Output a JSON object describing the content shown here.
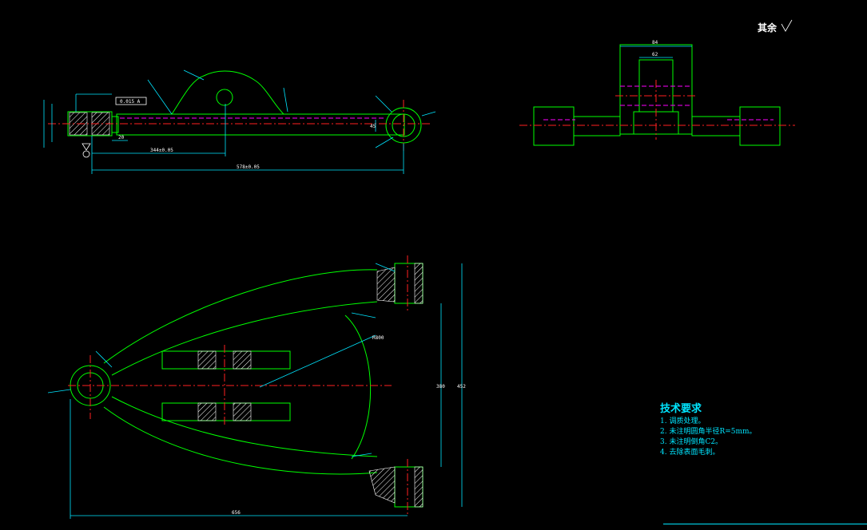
{
  "surface_note": "其余",
  "requirements": {
    "title": "技术要求",
    "items": [
      "1. 调质处理。",
      "2. 未注明圆角半径R=5mm。",
      "3. 未注明倒角C2。",
      "4. 去除表面毛刺。"
    ]
  },
  "dims": {
    "overall_length": "578±0.05",
    "lever_length": "344±0.05",
    "top_width": "84",
    "top_inner": "62",
    "plan_length": "656",
    "plan_height_outer": "452",
    "plan_height_inner": "380",
    "radius_big": "R800",
    "tol_label": "0.015 A",
    "thickness": "45",
    "r20": "20"
  },
  "colors": {
    "background": "#000000",
    "outline": "#00ff00",
    "dimension": "#00e5ff",
    "centerline": "#ff2020",
    "hidden": "#ff00ff"
  }
}
